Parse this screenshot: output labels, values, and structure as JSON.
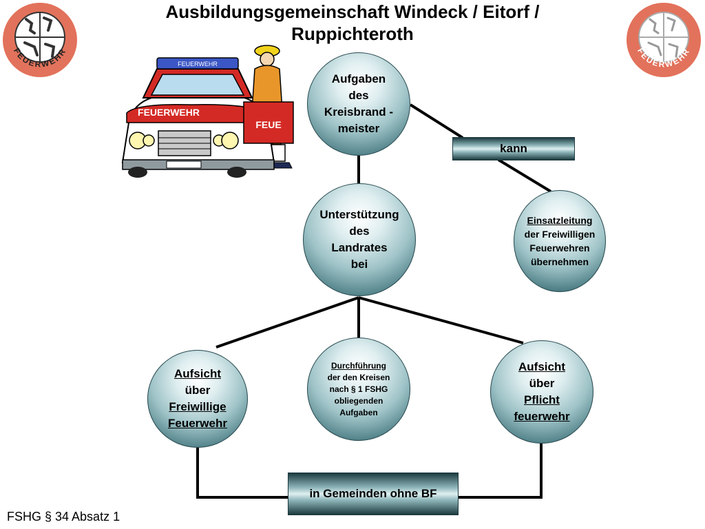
{
  "title": {
    "line1": "Ausbildungsgemeinschaft Windeck / Eitorf /",
    "line2": "Ruppichteroth"
  },
  "logos": {
    "left_text": "FEUERWEHR",
    "right_text": "FEUERWEHR",
    "color": "#e2725b"
  },
  "illustration": {
    "car_sign": "FEUERWEHR",
    "car_hood": "FEUERWEHR",
    "car_door": "FEUE"
  },
  "nodes": {
    "top": {
      "lines": [
        "Aufgaben",
        "des",
        "Kreisbrand -",
        "meister"
      ]
    },
    "kann": {
      "label": "kann"
    },
    "einsatz": {
      "line1": "Einsatzleitung",
      "lines": [
        "der Freiwilligen",
        "Feuerwehren",
        "übernehmen"
      ]
    },
    "middle": {
      "lines": [
        "Unterstützung",
        "des",
        "Landrates",
        "bei"
      ]
    },
    "left": {
      "lines": [
        "Aufsicht",
        "über",
        "Freiwillige",
        "Feuerwehr"
      ]
    },
    "center": {
      "line1": "Durchführung",
      "lines": [
        "der den Kreisen",
        "nach § 1 FSHG",
        "obliegenden",
        "Aufgaben"
      ]
    },
    "right": {
      "lines": [
        "Aufsicht",
        "über",
        "Pflicht",
        "feuerwehr"
      ]
    },
    "gemeinden": {
      "label": "in Gemeinden ohne BF"
    }
  },
  "footer": {
    "text": "FSHG § 34 Absatz 1"
  },
  "colors": {
    "node_dark": "#234a50",
    "node_light": "#dfeef0",
    "line": "#000000"
  }
}
